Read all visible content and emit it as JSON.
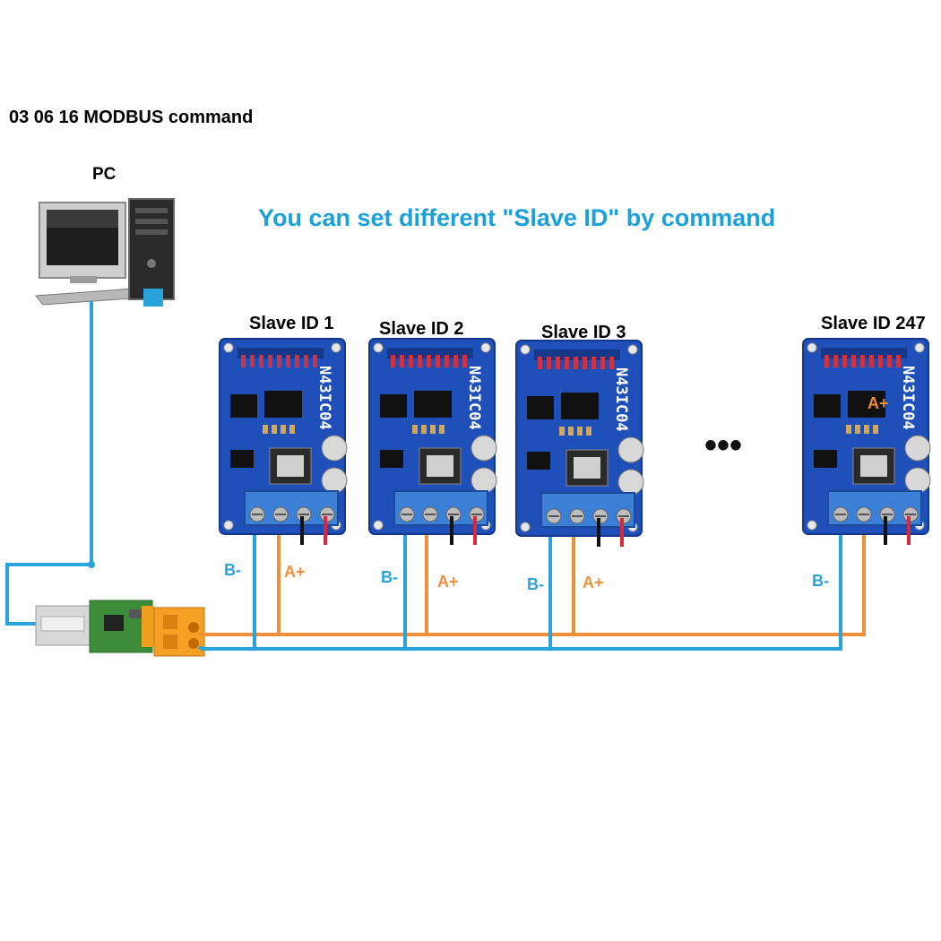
{
  "heading": "03 06 16 MODBUS command",
  "pc_label": "PC",
  "banner": "You can set different \"Slave ID\" by command",
  "ellipsis": "•••",
  "slaves": [
    {
      "label": "Slave ID 1",
      "board_text": "N43IC04"
    },
    {
      "label": "Slave ID 2",
      "board_text": "N43IC04"
    },
    {
      "label": "Slave ID 3",
      "board_text": "N43IC04"
    },
    {
      "label": "Slave ID 247",
      "board_text": "N43IC04"
    }
  ],
  "wire_labels": {
    "b_minus": "B-",
    "a_plus": "A+"
  },
  "colors": {
    "board": "#1f4fb8",
    "wire_b": "#2aa3dc",
    "wire_a": "#ef8f3a",
    "banner": "#1ca0d8",
    "terminal": "#3b7fd6"
  }
}
